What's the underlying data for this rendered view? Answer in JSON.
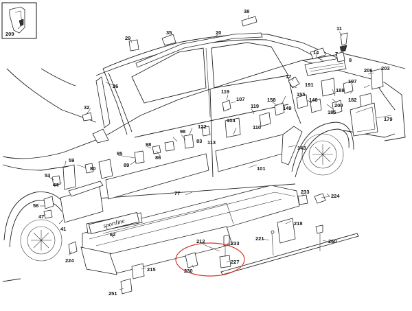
{
  "labels": {
    "l209": "209",
    "l38": "38",
    "l35": "35",
    "l20": "20",
    "l29": "29",
    "l11": "11",
    "l14": "14",
    "l7": "7",
    "l8": "8",
    "l26": "26",
    "l17": "17",
    "l191": "191",
    "l188": "188",
    "l206": "206",
    "l203": "203",
    "l197": "197",
    "l182": "182",
    "l119a": "119",
    "l107": "107",
    "l158": "158",
    "l155": "155",
    "l146": "146",
    "l200": "200",
    "l185": "185",
    "l179": "179",
    "l32": "32",
    "l119b": "119",
    "l110": "110",
    "l149": "149",
    "l122": "122",
    "l104": "104",
    "l113": "113",
    "l98a": "98",
    "l83": "83",
    "l95": "95",
    "l98b": "98",
    "l86": "86",
    "l89": "89",
    "l80": "80",
    "l59": "59",
    "l53": "53",
    "l44": "44",
    "l143": "143",
    "l101": "101",
    "l77": "77",
    "l233a": "233",
    "l224a": "224",
    "l56": "56",
    "l47": "47",
    "l41": "41",
    "l62": "62",
    "l218": "218",
    "l212": "212",
    "l233b": "233",
    "l221": "221",
    "l260": "260",
    "l224b": "224",
    "l230": "230",
    "l227": "227",
    "l215": "215",
    "l251": "251"
  },
  "badge_text": "sportline"
}
